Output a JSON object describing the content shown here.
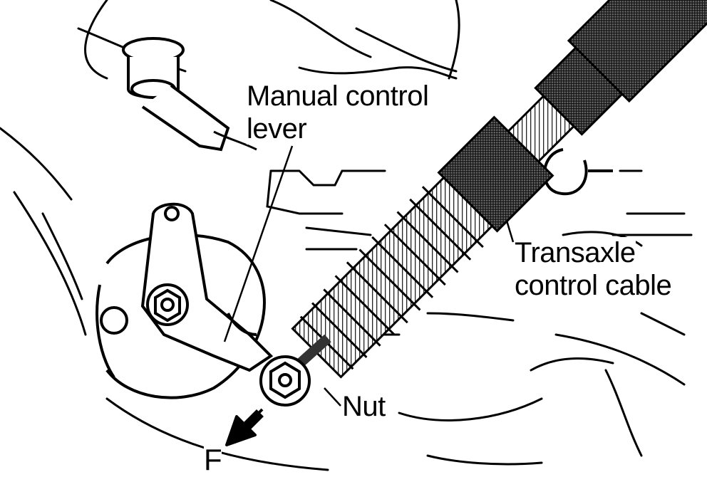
{
  "labels": {
    "manual_control_lever_line1": "Manual control",
    "manual_control_lever_line2": "lever",
    "transaxle_control_cable_line1": "Transaxle",
    "transaxle_control_cable_line2": "control cable",
    "nut": "Nut",
    "direction": "F"
  },
  "colors": {
    "ink": "#000000",
    "paper": "#ffffff",
    "hatch": "#4a4a4a"
  },
  "icons": {
    "direction_arrow": "arrow-down-left-icon"
  }
}
